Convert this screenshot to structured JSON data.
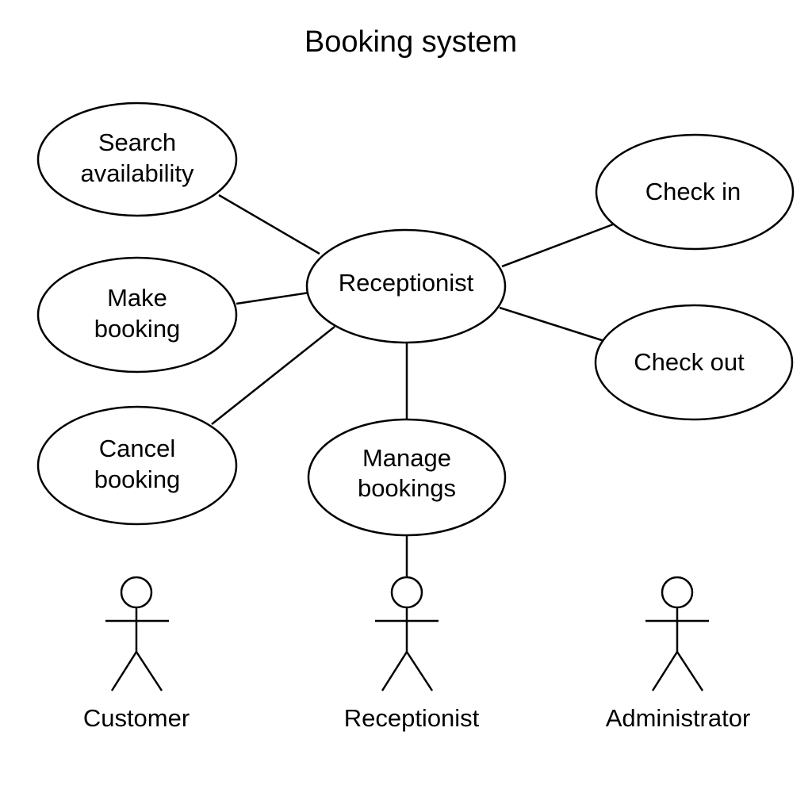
{
  "diagram": {
    "title": "Booking system",
    "hub": {
      "label": "Receptionist"
    },
    "use_cases": {
      "search_availability": {
        "line1": "Search",
        "line2": "availability"
      },
      "make_booking": {
        "line1": "Make",
        "line2": "booking"
      },
      "cancel_booking": {
        "line1": "Cancel",
        "line2": "booking"
      },
      "manage_bookings": {
        "line1": "Manage",
        "line2": "bookings"
      },
      "check_in": {
        "label": "Check in"
      },
      "check_out": {
        "label": "Check out"
      }
    },
    "actors": {
      "customer": {
        "label": "Customer"
      },
      "receptionist": {
        "label": "Receptionist"
      },
      "administrator": {
        "label": "Administrator"
      }
    }
  }
}
